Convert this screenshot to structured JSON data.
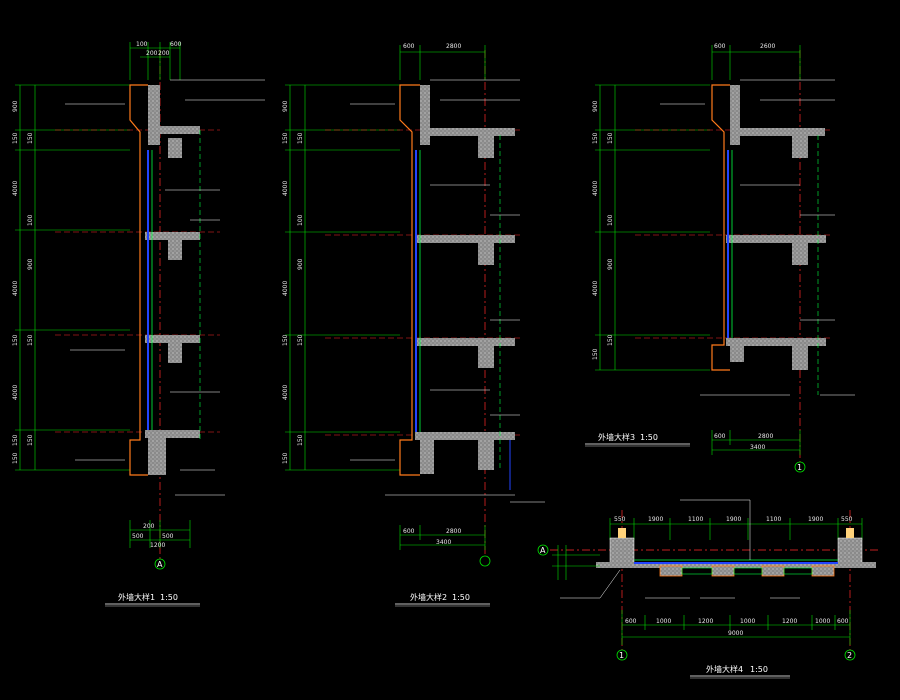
{
  "colors": {
    "background": "#000000",
    "dimension": "#00e000",
    "axis": "#ff2a2a",
    "wall_outline": "#ff7a1a",
    "glass": "#2244ff",
    "glass_frame": "#00ff40",
    "text": "#ffffff",
    "concrete": "#bdbdbd"
  },
  "details": {
    "d1": {
      "title": "外墙大样1",
      "scale": "1:50",
      "axis": "A",
      "top_dims": [
        "100",
        "200",
        "200",
        "600"
      ],
      "bottom_dims": [
        "200",
        "500",
        "500",
        "1200"
      ],
      "left_dims": [
        "900",
        "150",
        "150",
        "4000",
        "100",
        "900",
        "4000",
        "150",
        "150",
        "4000",
        "150",
        "150",
        "150"
      ]
    },
    "d2": {
      "title": "外墙大样2",
      "scale": "1:50",
      "axis": "",
      "top_dims": [
        "600",
        "2800"
      ],
      "bottom_dims": [
        "600",
        "2800",
        "3400"
      ],
      "left_dims": [
        "900",
        "150",
        "150",
        "4000",
        "100",
        "900",
        "4000",
        "150",
        "150",
        "4000",
        "150",
        "150"
      ]
    },
    "d3": {
      "title": "外墙大样3",
      "scale": "1:50",
      "axis": "1",
      "top_dims": [
        "600",
        "2600"
      ],
      "bottom_dims": [
        "600",
        "2800",
        "3400"
      ],
      "left_dims": [
        "900",
        "150",
        "150",
        "4000",
        "100",
        "900",
        "4000",
        "150",
        "150"
      ]
    },
    "d4": {
      "title": "外墙大样4",
      "scale": "1:50",
      "axis_left": "1",
      "axis_right": "2",
      "axis_row": "A",
      "top_dims": [
        "550",
        "1900",
        "1100",
        "1900",
        "1100",
        "1900",
        "550"
      ],
      "bottom_dims": [
        "600",
        "1000",
        "1200",
        "1000",
        "1200",
        "1000",
        "600"
      ],
      "bottom_total": "9000"
    }
  }
}
